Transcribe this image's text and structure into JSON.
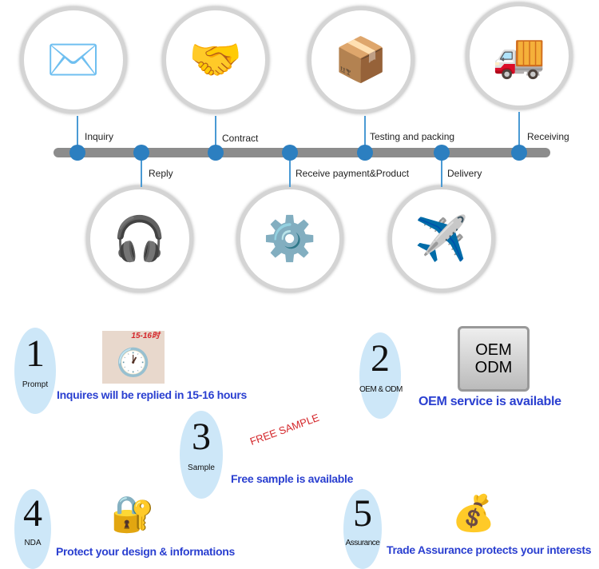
{
  "timeline": {
    "steps": [
      {
        "label": "Inquiry",
        "icon": "envelope-icon"
      },
      {
        "label": "Reply",
        "icon": "headset-operators-icon"
      },
      {
        "label": "Contract",
        "icon": "handshake-icon"
      },
      {
        "label": "Receive payment&Product",
        "icon": "money-gears-icon"
      },
      {
        "label": "Testing and packing",
        "icon": "magnifier-boxes-icon"
      },
      {
        "label": "Delivery",
        "icon": "airplane-ship-icon"
      },
      {
        "label": "Receiving",
        "icon": "container-boxes-icon"
      }
    ],
    "colors": {
      "bar": "#8c8c8c",
      "dot": "#2c7fc0"
    }
  },
  "features": [
    {
      "number": "1",
      "tag": "Prompt",
      "text": "Inquires will be replied in 15-16 hours",
      "badge": "15-16时",
      "icon": "clock-icon"
    },
    {
      "number": "2",
      "tag": "OEM & ODM",
      "text": "OEM service is available",
      "badge": "OEM ODM",
      "icon": "oem-odm-sign-icon"
    },
    {
      "number": "3",
      "tag": "Sample",
      "text": "Free sample is available",
      "badge": "FREE SAMPLE",
      "icon": "free-sample-text"
    },
    {
      "number": "4",
      "tag": "NDA",
      "text": "Protect your design & informations",
      "icon": "padlock-key-icon"
    },
    {
      "number": "5",
      "tag": "Assurance",
      "text": "Trade Assurance protects your interests",
      "icon": "dollar-coins-icon"
    }
  ],
  "colors": {
    "feature_text": "#2a3fd0",
    "oval": "#cde7f8",
    "free_sample": "#d4262a"
  }
}
